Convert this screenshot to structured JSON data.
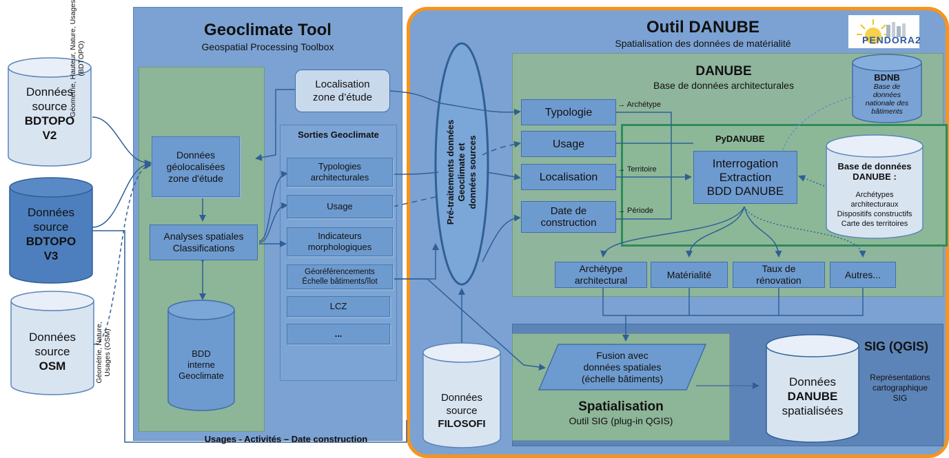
{
  "geoclimate": {
    "title": "Geoclimate Tool",
    "subtitle": "Geospatial Processing Toolbox",
    "localisation": "Localisation\nzone d’étude",
    "donnees_geo": "Données\ngéolocalisées\nzone d'étude",
    "analyses": "Analyses spatiales\nClassifications",
    "bdd_interne": "BDD\ninterne\nGeoclimate",
    "sorties_title": "Sorties Geoclimate",
    "sorties": [
      "Typologies\narchitecturales",
      "Usage",
      "Indicateurs\nmorphologiques",
      "Géoréférencements\nÉchelle bâtiments/îlot",
      "LCZ",
      "..."
    ],
    "bottom_label": "Usages - Activités – Date construction"
  },
  "sources": {
    "bdtopo_v2": {
      "line1": "Données",
      "line2": "source",
      "line3": "BDTOPO",
      "line4": "V2"
    },
    "bdtopo_v3": {
      "line1": "Données",
      "line2": "source",
      "line3": "BDTOPO",
      "line4": "V3"
    },
    "osm": {
      "line1": "Données",
      "line2": "source",
      "line3": "OSM"
    },
    "filosofi": {
      "line1": "Données",
      "line2": "source",
      "line3": "FILOSOFI"
    },
    "label_bdtopo": "Géométrie, Hauteur, Nature, Usages\n(BDTOPO)",
    "label_osm": "Géométrie, Nature,\nUsages (OSM)"
  },
  "danube_tool": {
    "title": "Outil DANUBE",
    "subtitle": "Spatialisation des données de matérialité",
    "logo": "PENDORA2",
    "pretraitement": "Pré-traitements données\nGeoclimate et\ndonnées sources",
    "danube_title": "DANUBE",
    "danube_subtitle": "Base de données architecturales",
    "inputs": [
      "Typologie",
      "Usage",
      "Localisation",
      "Date de\nconstruction"
    ],
    "arrows": [
      "→ Archétype",
      "→ Territoire",
      "→ Période"
    ],
    "pydanube": "PyDANUBE",
    "interrogation": "Interrogation\nExtraction\nBDD DANUBE",
    "bdd_danube_title": "Base de données\nDANUBE :",
    "bdd_danube_items": "Archétypes\narchitecturaux\nDispositifs constructifs\nCarte des territoires",
    "bdnb_title": "BDNB",
    "bdnb_desc": "Base de\ndonnées\nnationale des\nbâtiments",
    "outputs": [
      "Archétype\narchitectural",
      "Matérialité",
      "Taux de\nrénovation",
      "Autres..."
    ],
    "fusion": "Fusion avec\ndonnées spatiales\n(échelle bâtiments)",
    "spatialisation_title": "Spatialisation",
    "spatialisation_subtitle": "Outil SIG (plug-in QGIS)",
    "sig_title": "SIG (QGIS)",
    "donnees_danube": {
      "line1": "Données",
      "line2": "DANUBE",
      "line3": "spatialisées"
    },
    "representations": "Représentations\ncartographique\nSIG"
  },
  "colors": {
    "panel_blue": "#7aa2d4",
    "panel_green": "#8cb39a",
    "box_blue": "#6e9bcf",
    "orange": "#f7941d",
    "pydanube_green": "#2e8b57",
    "arrow": "#2f5f96"
  }
}
